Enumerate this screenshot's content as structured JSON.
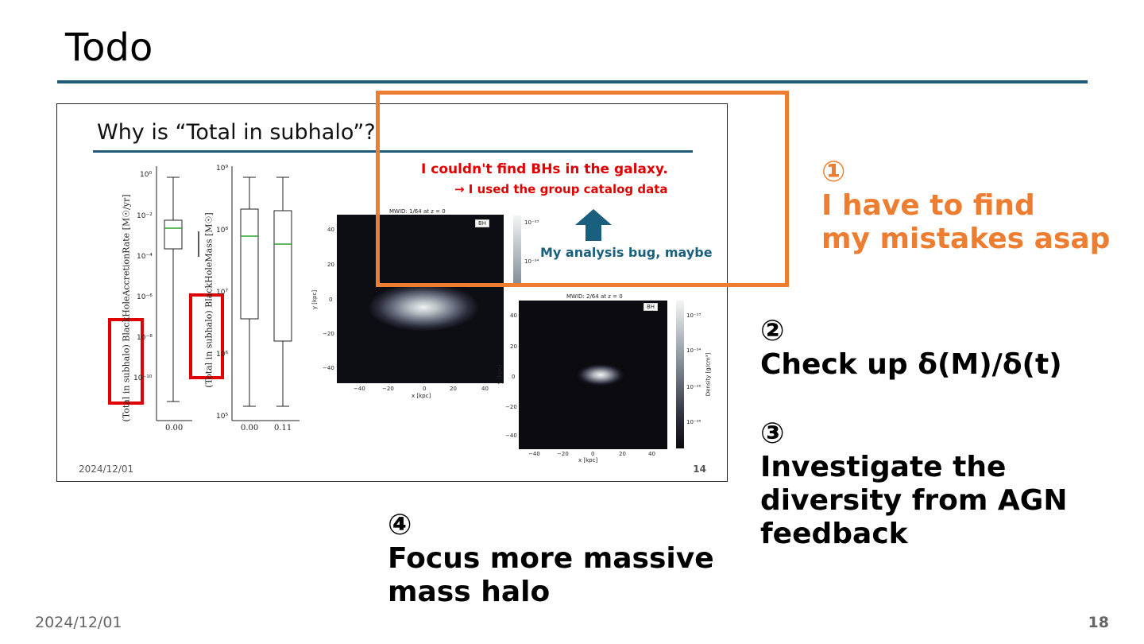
{
  "slide": {
    "title": "Todo",
    "date": "2024/12/01",
    "page": "18"
  },
  "embedded_slide": {
    "title": "Why is “Total in subhalo”?",
    "date": "2024/12/01",
    "page": "14",
    "note_red_line1": "I couldn't find BHs in the galaxy.",
    "note_red_line2": "→  I used the group catalog data",
    "note_blue": "My analysis bug, maybe",
    "boxplot1": {
      "ylabel": "(Total in subhalo) BlackHoleAccretionRate [M☉/yr]",
      "yticks": [
        "10⁰",
        "10⁻²",
        "10⁻⁴",
        "10⁻⁶",
        "10⁻⁸",
        "10⁻¹⁰"
      ],
      "xticks": [
        "0.00"
      ]
    },
    "boxplot2": {
      "ylabel": "(Total in subhalo) BlackHoleMass [M☉]",
      "yticks": [
        "10⁹",
        "10⁸",
        "10⁷",
        "10⁶",
        "10⁵"
      ],
      "xticks": [
        "0.00",
        "0.11"
      ]
    },
    "sim1": {
      "title": "MWID: 1/64 at z = 0",
      "legend": "BH",
      "xlabel": "x [kpc]",
      "ylabel": "y [kpc]",
      "xticks": [
        "−40",
        "−20",
        "0",
        "20",
        "40"
      ],
      "yticks": [
        "40",
        "20",
        "0",
        "−20",
        "−40"
      ],
      "cbar": [
        "10⁻²³",
        "10⁻²⁴"
      ]
    },
    "sim2": {
      "title": "MWID: 2/64 at z = 0",
      "legend": "BH",
      "xlabel": "x [kpc]",
      "ylabel": "y [kpc]",
      "cbar_label": "Density [g/cm³]",
      "xticks": [
        "−40",
        "−20",
        "0",
        "20",
        "40"
      ],
      "yticks": [
        "40",
        "20",
        "0",
        "−20",
        "−40"
      ],
      "cbar": [
        "10⁻²³",
        "10⁻²⁴",
        "10⁻²⁵",
        "10⁻²⁶"
      ]
    }
  },
  "notes": {
    "n1_num": "①",
    "n1_line1": "I have to find",
    "n1_line2": "my mistakes asap",
    "n2_num": "②",
    "n2_line1": "Check up δ(M)/δ(t)",
    "n3_num": "③",
    "n3_line1": "Investigate the",
    "n3_line2": "diversity from AGN",
    "n3_line3": "feedback",
    "n4_num": "④",
    "n4_line1": "Focus more massive",
    "n4_line2": "mass halo"
  },
  "colors": {
    "accent_rule": "#1f5a7a",
    "orange": "#ed7d31",
    "red": "#e00000",
    "blue_note": "#1b5f7e"
  }
}
